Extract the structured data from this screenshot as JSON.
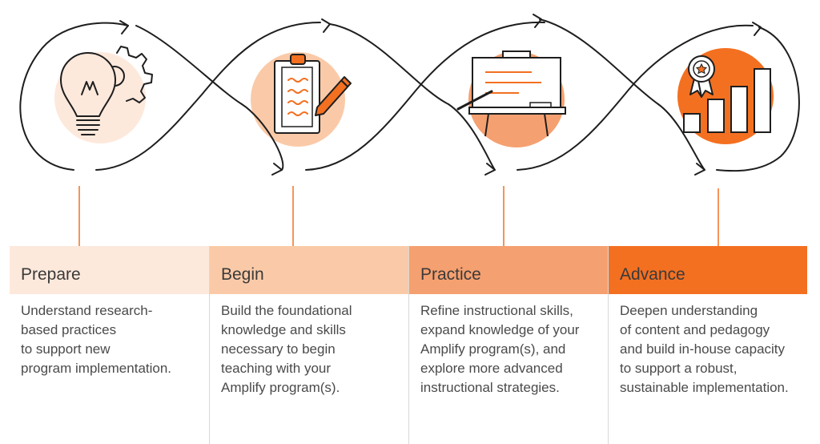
{
  "colors": {
    "prepare": "#fde9dc",
    "begin": "#facaa8",
    "practice": "#f5a070",
    "advance": "#f37021",
    "ink": "#1e1e1e",
    "divider": "#d8d8d8"
  },
  "icons": [
    "lightbulb-gear-icon",
    "clipboard-pencil-icon",
    "whiteboard-icon",
    "award-bar-chart-icon"
  ],
  "stages": [
    {
      "title": "Prepare",
      "description": "Understand research-\nbased practices\nto support new\nprogram implementation."
    },
    {
      "title": "Begin",
      "description": "Build the foundational\nknowledge and skills\nnecessary to begin\nteaching with your\nAmplify program(s)."
    },
    {
      "title": "Practice",
      "description": "Refine instructional skills,\nexpand knowledge of your\nAmplify program(s), and\nexplore more advanced\ninstructional strategies."
    },
    {
      "title": "Advance",
      "description": "Deepen understanding\nof content and pedagogy\nand build in-house capacity\nto support a robust,\nsustainable implementation."
    }
  ]
}
